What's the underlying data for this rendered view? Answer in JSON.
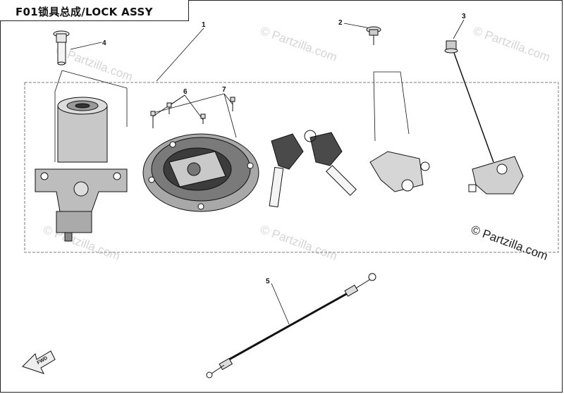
{
  "title": "F01锁具总成/LOCK ASSY",
  "callouts": [
    "1",
    "2",
    "3",
    "4",
    "5",
    "6",
    "7"
  ],
  "watermark": "© Partzilla.com",
  "fwd_label": "FWD"
}
